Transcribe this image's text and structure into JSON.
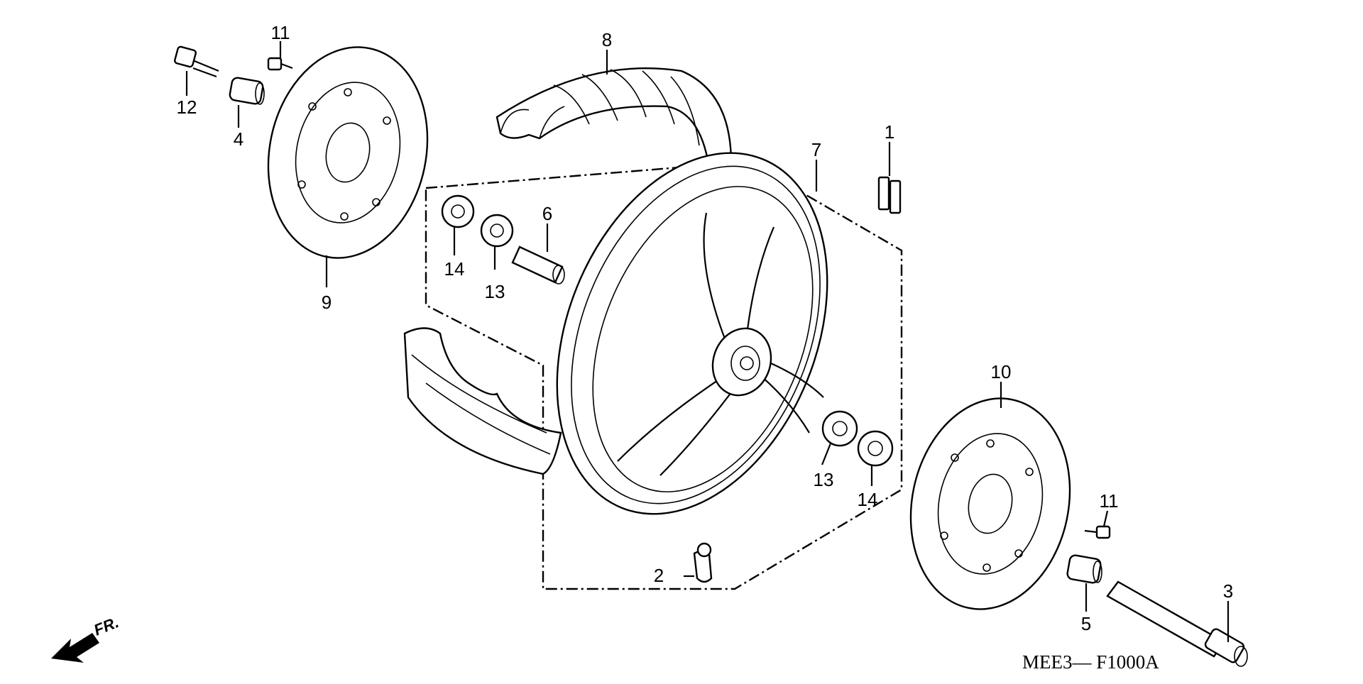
{
  "diagram": {
    "code": "MEE3— F1000A",
    "direction_label": "FR.",
    "callouts": [
      {
        "id": "c1",
        "label": "1"
      },
      {
        "id": "c2",
        "label": "2"
      },
      {
        "id": "c3",
        "label": "3"
      },
      {
        "id": "c4",
        "label": "4"
      },
      {
        "id": "c5",
        "label": "5"
      },
      {
        "id": "c6",
        "label": "6"
      },
      {
        "id": "c7",
        "label": "7"
      },
      {
        "id": "c8",
        "label": "8"
      },
      {
        "id": "c9",
        "label": "9"
      },
      {
        "id": "c10",
        "label": "10"
      },
      {
        "id": "c11a",
        "label": "11"
      },
      {
        "id": "c11b",
        "label": "11"
      },
      {
        "id": "c12",
        "label": "12"
      },
      {
        "id": "c13a",
        "label": "13"
      },
      {
        "id": "c13b",
        "label": "13"
      },
      {
        "id": "c14a",
        "label": "14"
      },
      {
        "id": "c14b",
        "label": "14"
      }
    ]
  }
}
